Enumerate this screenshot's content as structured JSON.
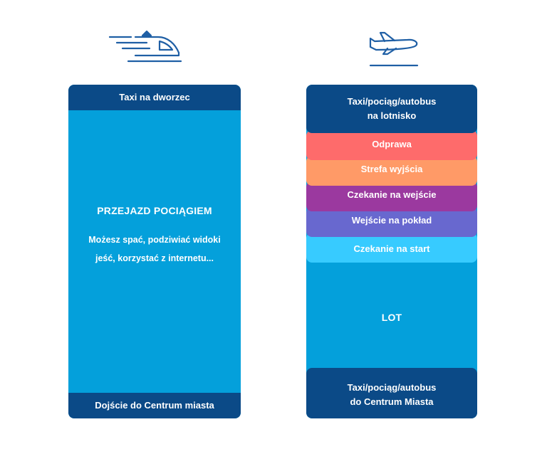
{
  "train_column": {
    "top_label": "Taxi na dworzec",
    "main_title": "PRZEJAZD POCIĄGIEM",
    "main_desc": "Możesz spać, podziwiać widoki jeść, korzystać z internetu...",
    "bottom_label": "Dojście do Centrum miasta"
  },
  "plane_column": {
    "top_label_line1": "Taxi/pociąg/autobus",
    "top_label_line2": "na lotnisko",
    "steps": [
      {
        "label": "Odprawa",
        "color": "#fe6b6b"
      },
      {
        "label": "Strefa wyjścia",
        "color": "#ff9a67"
      },
      {
        "label": "Czekanie na wejście",
        "color": "#9b399f"
      },
      {
        "label": "Wejście na pokład",
        "color": "#6868cf"
      },
      {
        "label": "Czekanie na start",
        "color": "#37cbff"
      }
    ],
    "main_label": "LOT",
    "bottom_label_line1": "Taxi/pociąg/autobus",
    "bottom_label_line2": "do Centrum Miasta"
  },
  "colors": {
    "dark_blue": "#0b4a87",
    "main_blue": "#04a0db",
    "icon_blue": "#1f5fa5"
  },
  "icons": {
    "train": "high-speed-train-icon",
    "plane": "airplane-takeoff-icon"
  }
}
